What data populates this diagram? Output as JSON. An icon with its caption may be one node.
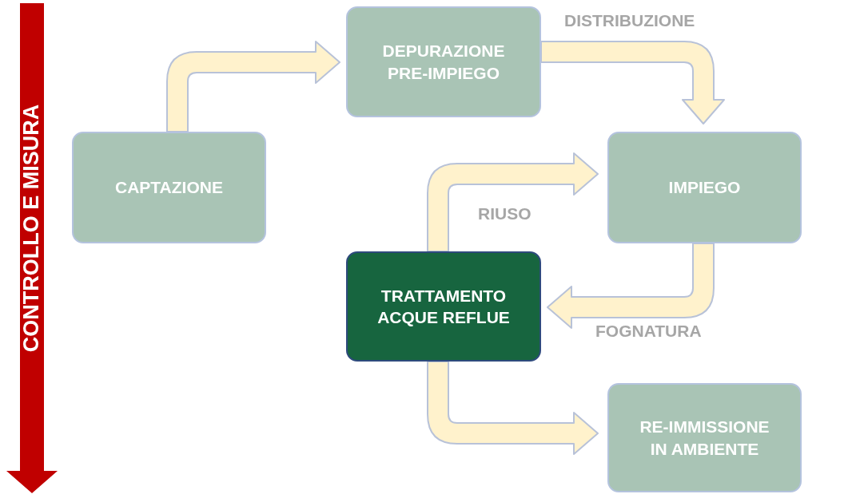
{
  "diagram": {
    "nodes": [
      {
        "text": [
          "CONTROLLO E MISURA"
        ]
      },
      {
        "text": [
          "DEPURAZIONE PRE-IMPIEGO"
        ]
      },
      {
        "text": [
          "CAPTAZIONE"
        ]
      },
      {
        "text": [
          "IMPIEGO"
        ]
      },
      {
        "text": [
          "TRATTAMENTO ACQUE REFLUE"
        ]
      },
      {
        "text": [
          "RE-IMMISSIONE IN AMBIENTE"
        ]
      }
    ],
    "edges": [
      {
        "from": 2,
        "to": 1,
        "arrow": "to"
      },
      {
        "from": 1,
        "to": 3,
        "arrow": "to",
        "label": "DISTRIBUZIONE"
      },
      {
        "from": 4,
        "to": 3,
        "arrow": "to",
        "label": "RIUSO"
      },
      {
        "from": 3,
        "to": 4,
        "arrow": "to",
        "label": "FOGNATURA"
      },
      {
        "from": 4,
        "to": 5,
        "arrow": "to"
      }
    ]
  }
}
